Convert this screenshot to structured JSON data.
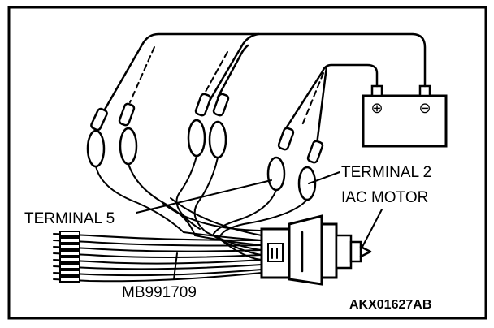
{
  "figure_code": "AKX01627AB",
  "labels": {
    "terminal_2": "TERMINAL 2",
    "terminal_5": "TERMINAL 5",
    "iac_motor": "IAC MOTOR",
    "harness": "MB991709"
  },
  "battery": {
    "positive_symbol": "⊕",
    "negative_symbol": "⊖"
  }
}
